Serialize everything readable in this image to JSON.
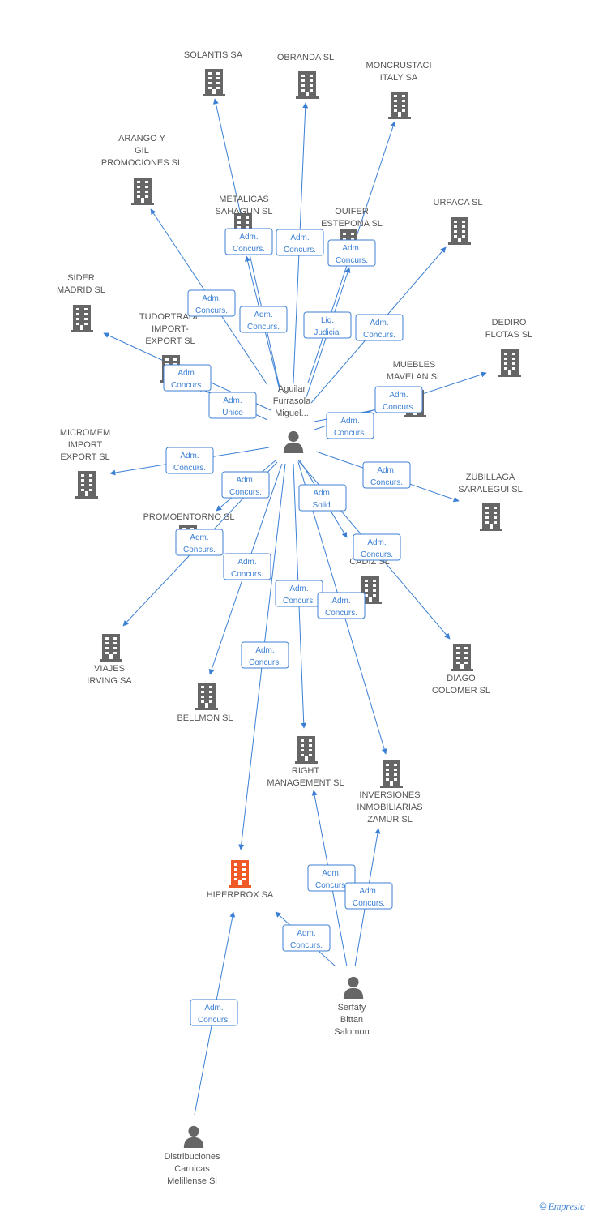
{
  "colors": {
    "edge": "#3b7fd4",
    "company": "#666666",
    "focus_company": "#f05a28",
    "person": "#666666",
    "label": "#555555"
  },
  "nodes": [
    {
      "id": "solantis",
      "type": "company",
      "lines": [
        "SOLANTIS SA"
      ]
    },
    {
      "id": "obranda",
      "type": "company",
      "lines": [
        "OBRANDA SL"
      ]
    },
    {
      "id": "moncrustaci",
      "type": "company",
      "lines": [
        "MONCRUSTACI",
        "ITALY SA"
      ]
    },
    {
      "id": "arango",
      "type": "company",
      "lines": [
        "ARANGO Y",
        "GIL",
        "PROMOCIONES SL"
      ]
    },
    {
      "id": "metalicas",
      "type": "company",
      "lines": [
        "METALICAS",
        "SAHAGUN SL"
      ]
    },
    {
      "id": "ouifer",
      "type": "company",
      "lines": [
        "OUIFER",
        "ESTEPONA SL"
      ]
    },
    {
      "id": "urpaca",
      "type": "company",
      "lines": [
        "URPACA SL"
      ]
    },
    {
      "id": "sider",
      "type": "company",
      "lines": [
        "SIDER",
        "MADRID SL"
      ]
    },
    {
      "id": "tudortrade",
      "type": "company",
      "lines": [
        "TUDORTRADE",
        "IMPORT-",
        "EXPORT SL"
      ]
    },
    {
      "id": "dediro",
      "type": "company",
      "lines": [
        "DEDIRO",
        "FLOTAS SL"
      ]
    },
    {
      "id": "muebles",
      "type": "company",
      "lines": [
        "MUEBLES",
        "MAVELAN SL"
      ]
    },
    {
      "id": "micromem",
      "type": "company",
      "lines": [
        "MICROMEM",
        "IMPORT",
        "EXPORT SL"
      ]
    },
    {
      "id": "zubillaga",
      "type": "company",
      "lines": [
        "ZUBILLAGA",
        "SARALEGUI SL"
      ]
    },
    {
      "id": "promoentorno",
      "type": "company",
      "lines": [
        "PROMOENTORNO SL"
      ]
    },
    {
      "id": "cadiz",
      "type": "company",
      "lines": [
        "A...",
        "CADIZ SL"
      ]
    },
    {
      "id": "viajes",
      "type": "company",
      "lines": [
        "VIAJES",
        "IRVING SA"
      ]
    },
    {
      "id": "diago",
      "type": "company",
      "lines": [
        "DIAGO",
        "COLOMER SL"
      ]
    },
    {
      "id": "bellmon",
      "type": "company",
      "lines": [
        "BELLMON SL"
      ]
    },
    {
      "id": "right",
      "type": "company",
      "lines": [
        "RIGHT",
        "MANAGEMENT SL"
      ]
    },
    {
      "id": "inversiones",
      "type": "company",
      "lines": [
        "INVERSIONES",
        "INMOBILIARIAS",
        "ZAMUR SL"
      ]
    },
    {
      "id": "hiperprox",
      "type": "focus",
      "lines": [
        "HIPERPROX SA"
      ]
    },
    {
      "id": "aguilar",
      "type": "person",
      "lines": [
        "Aguilar",
        "Furrasola",
        "Miguel..."
      ]
    },
    {
      "id": "serfaty",
      "type": "person",
      "lines": [
        "Serfaty",
        "Bittan",
        "Salomon"
      ]
    },
    {
      "id": "distribuciones",
      "type": "person",
      "lines": [
        "Distribuciones",
        "Carnicas",
        "Melillense Sl"
      ]
    }
  ],
  "relations": [
    {
      "from": "aguilar",
      "to": "solantis",
      "lines": [
        "Adm.",
        "Concurs."
      ]
    },
    {
      "from": "aguilar",
      "to": "obranda",
      "lines": [
        "Adm.",
        "Concurs."
      ]
    },
    {
      "from": "aguilar",
      "to": "moncrustaci",
      "lines": [
        "Liq.",
        "Judicial"
      ]
    },
    {
      "from": "aguilar",
      "to": "arango",
      "lines": [
        "Adm.",
        "Concurs."
      ]
    },
    {
      "from": "aguilar",
      "to": "metalicas",
      "lines": [
        "Adm.",
        "Concurs."
      ]
    },
    {
      "from": "aguilar",
      "to": "ouifer",
      "lines": [
        "Adm.",
        "Concurs."
      ]
    },
    {
      "from": "aguilar",
      "to": "urpaca",
      "lines": [
        "Adm.",
        "Concurs."
      ]
    },
    {
      "from": "aguilar",
      "to": "sider",
      "lines": [
        "Adm.",
        "Concurs."
      ]
    },
    {
      "from": "aguilar",
      "to": "tudortrade",
      "lines": [
        "Adm.",
        "Unico"
      ]
    },
    {
      "from": "aguilar",
      "to": "dediro",
      "lines": [
        "Adm.",
        "Concurs."
      ]
    },
    {
      "from": "aguilar",
      "to": "muebles",
      "lines": [
        "Adm.",
        "Concurs."
      ]
    },
    {
      "from": "aguilar",
      "to": "micromem",
      "lines": [
        "Adm.",
        "Concurs."
      ]
    },
    {
      "from": "aguilar",
      "to": "zubillaga",
      "lines": [
        "Adm.",
        "Concurs."
      ]
    },
    {
      "from": "aguilar",
      "to": "promoentorno",
      "lines": [
        "Adm.",
        "Concurs."
      ]
    },
    {
      "from": "aguilar",
      "to": "cadiz",
      "lines": [
        "Adm.",
        "Solid."
      ]
    },
    {
      "from": "aguilar",
      "to": "viajes",
      "lines": [
        "Adm.",
        "Concurs."
      ]
    },
    {
      "from": "aguilar",
      "to": "diago",
      "lines": [
        "Adm.",
        "Concurs."
      ]
    },
    {
      "from": "aguilar",
      "to": "bellmon",
      "lines": [
        "Adm.",
        "Concurs."
      ]
    },
    {
      "from": "aguilar",
      "to": "right",
      "lines": [
        "Adm.",
        "Concurs."
      ]
    },
    {
      "from": "aguilar",
      "to": "inversiones",
      "lines": [
        "Adm.",
        "Concurs."
      ]
    },
    {
      "from": "aguilar",
      "to": "hiperprox",
      "lines": [
        "Adm.",
        "Concurs."
      ]
    },
    {
      "from": "serfaty",
      "to": "right",
      "lines": [
        "Adm.",
        "Concurs."
      ]
    },
    {
      "from": "serfaty",
      "to": "inversiones",
      "lines": [
        "Adm.",
        "Concurs."
      ]
    },
    {
      "from": "serfaty",
      "to": "hiperprox",
      "lines": [
        "Adm.",
        "Concurs."
      ]
    },
    {
      "from": "distribuciones",
      "to": "hiperprox",
      "lines": [
        "Adm.",
        "Concurs."
      ]
    }
  ],
  "brand": {
    "copyright": "©",
    "name": "Empresia"
  }
}
